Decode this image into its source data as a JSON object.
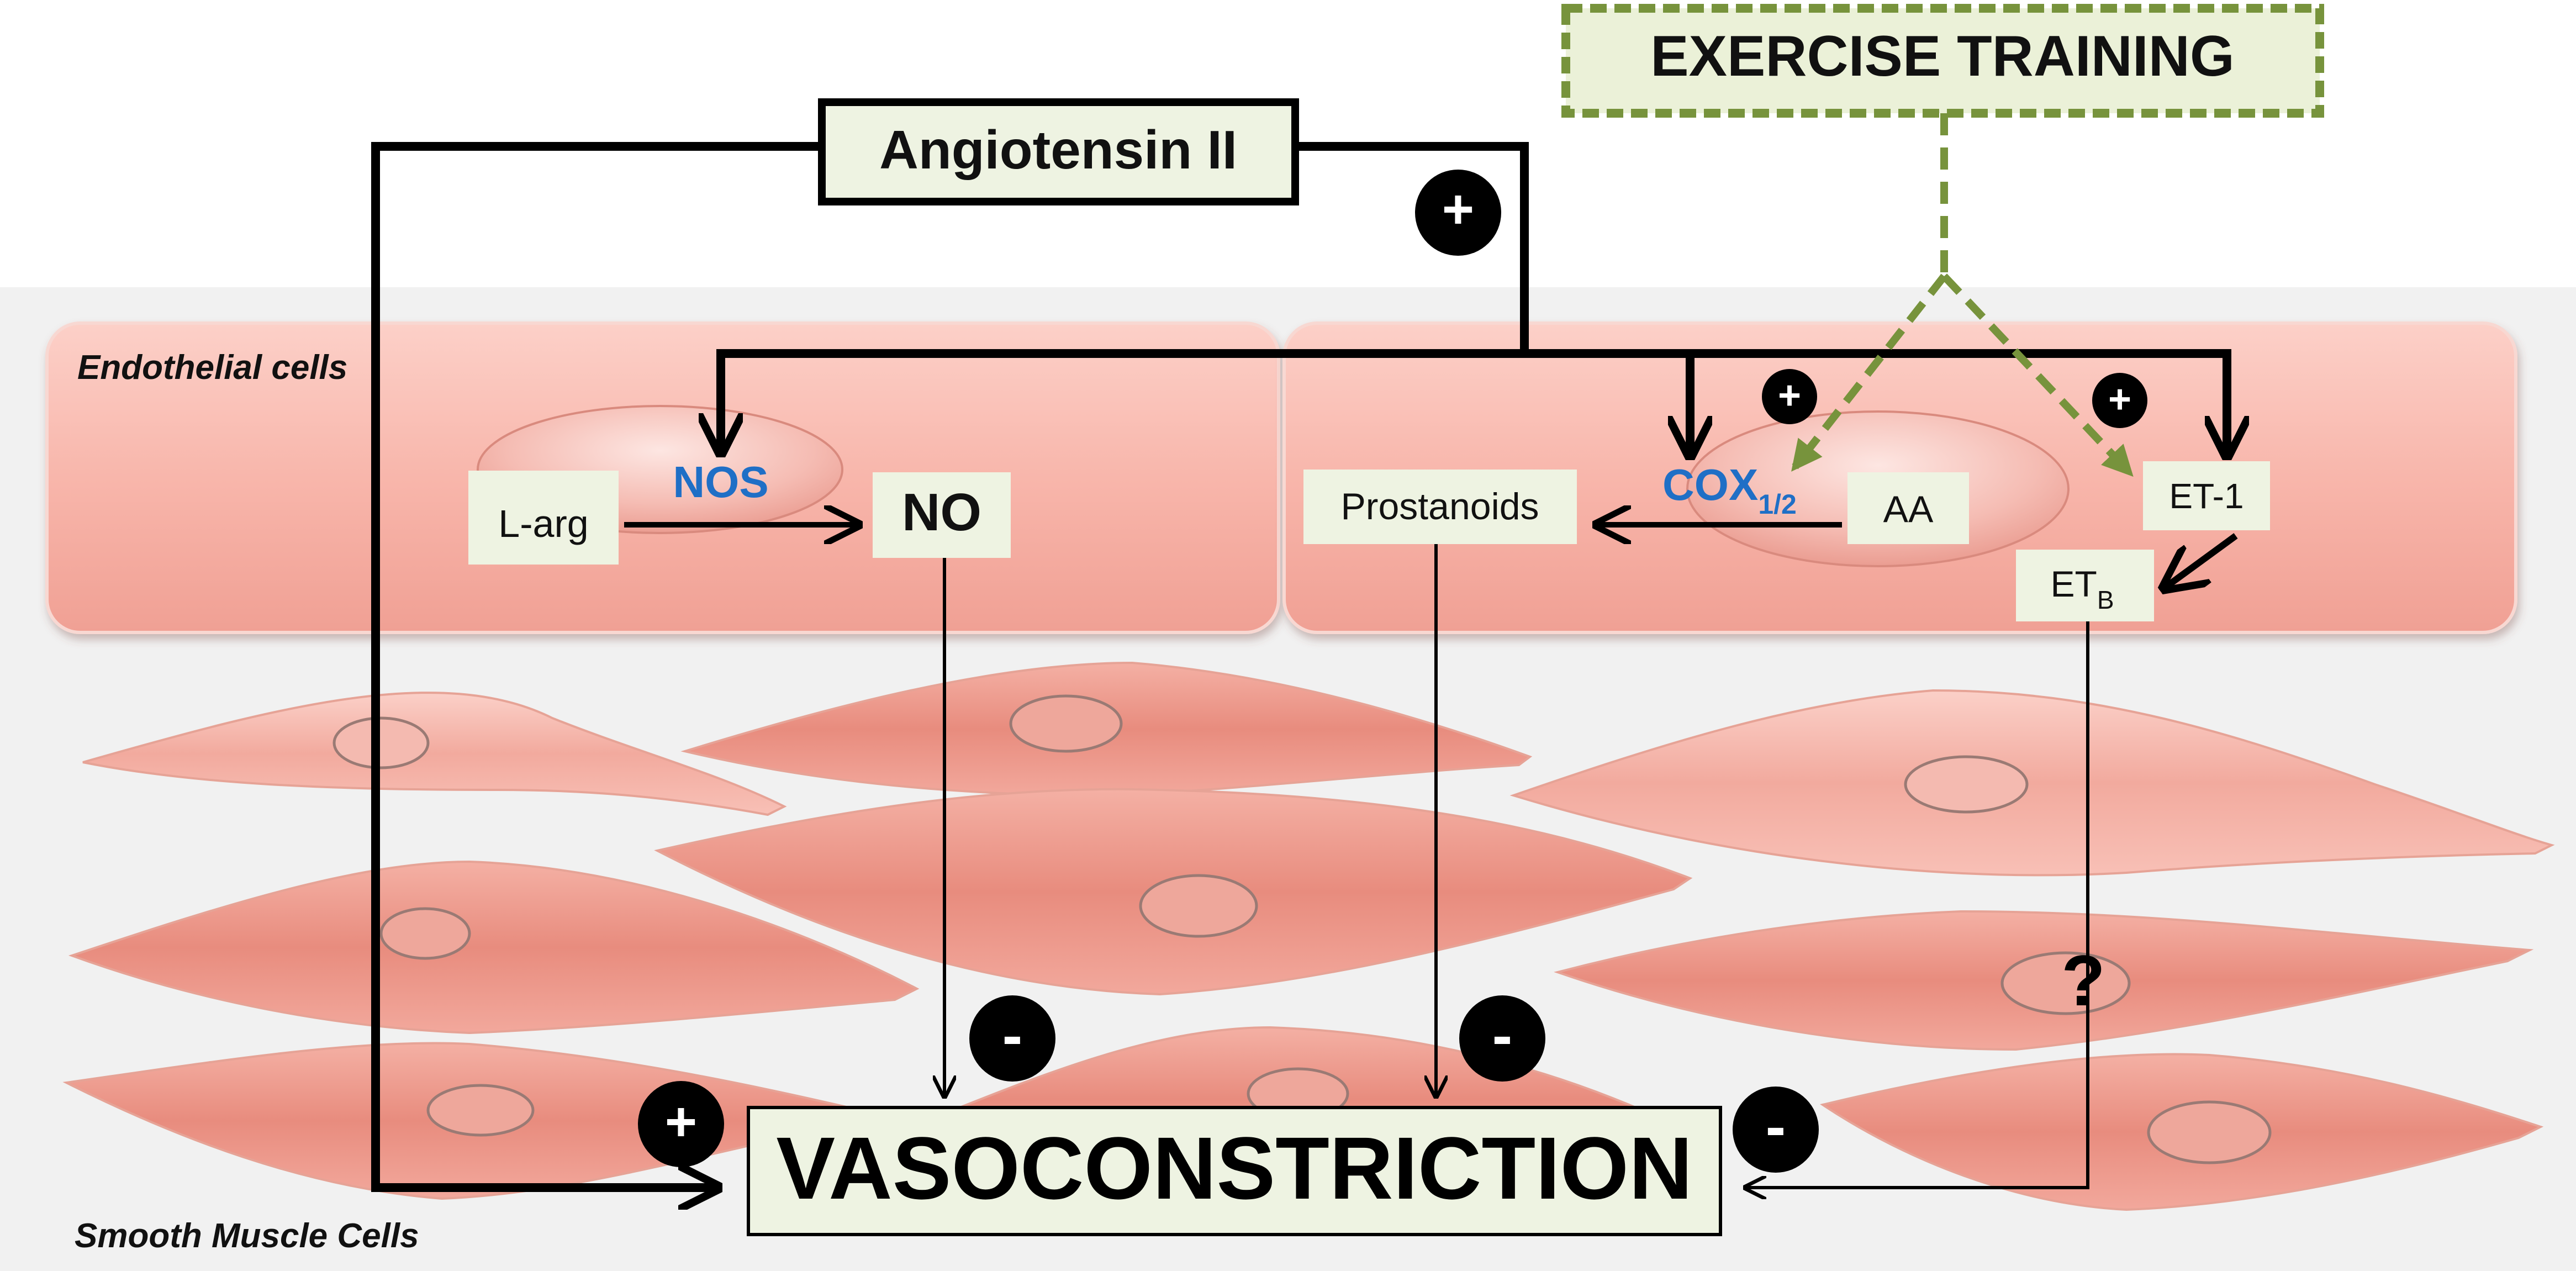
{
  "regions": {
    "endothelial_label": "Endothelial cells",
    "smooth_muscle_label": "Smooth Muscle Cells"
  },
  "boxes": {
    "exercise": "EXERCISE TRAINING",
    "angiotensin": "Angiotensin II",
    "l_arg": "L-arg",
    "no": "NO",
    "prostanoids": "Prostanoids",
    "aa": "AA",
    "et1": "ET-1",
    "etb_main": "ET",
    "etb_sub": "B",
    "vasoconstriction": "VASOCONSTRICTION"
  },
  "enzymes": {
    "nos": "NOS",
    "cox_main": "COX",
    "cox_sub": "1/2"
  },
  "signs": {
    "plus": "+",
    "minus": "-",
    "question": "?"
  },
  "colors": {
    "background_panel": "#f1f1f1",
    "endothelial_cell": "#f8b8ae",
    "smooth_muscle_cell": "#e98e80",
    "label_box": "#eef3e2",
    "exercise_box": "#ebf1d8",
    "exercise_border": "#77933c",
    "enzyme_text": "#1f6fc6",
    "arrow": "#000000"
  }
}
